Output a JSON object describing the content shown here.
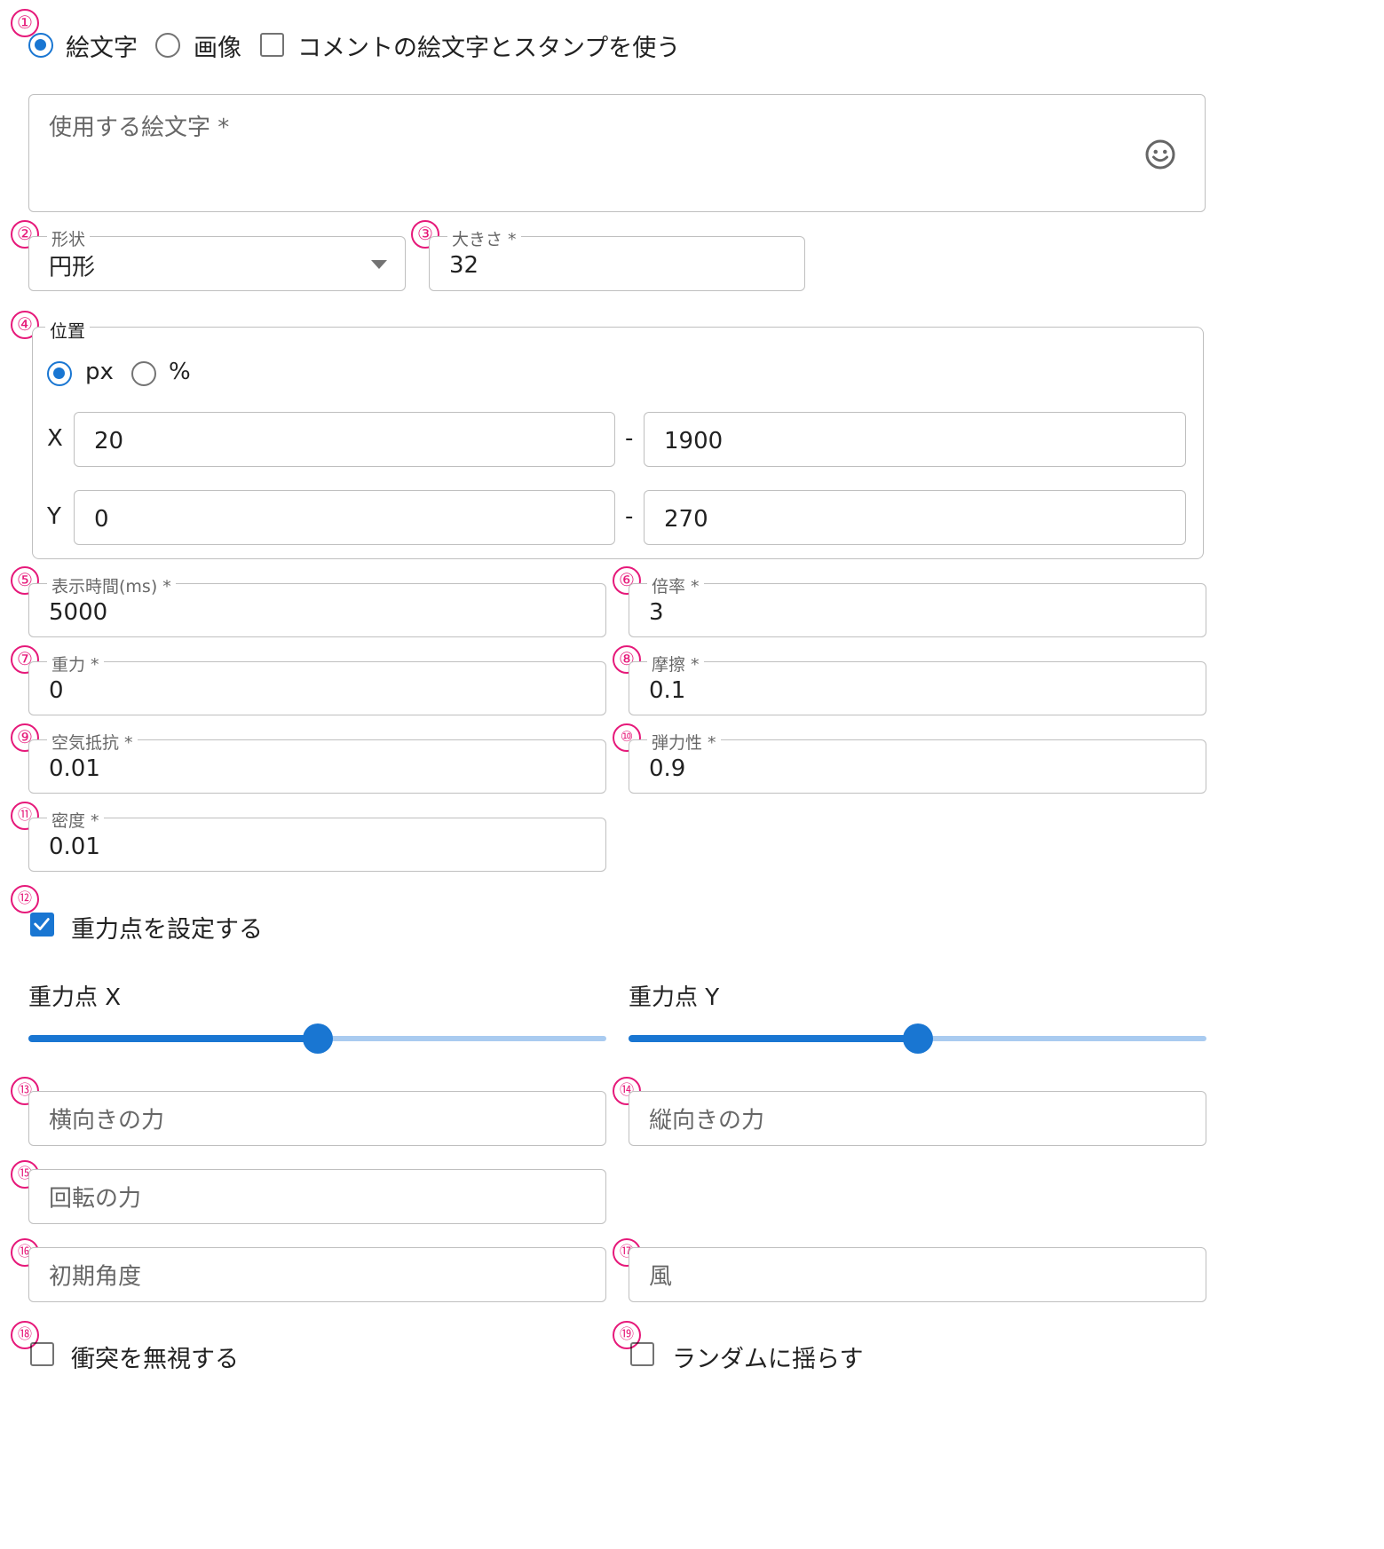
{
  "source_type": {
    "options": [
      "絵文字",
      "画像",
      "コメントの絵文字とスタンプを使う"
    ],
    "selected": "絵文字",
    "use_comment_emoji": false
  },
  "emoji_field": {
    "label": "使用する絵文字 *",
    "icon": "smiley-icon"
  },
  "shape": {
    "label": "形状",
    "value": "円形"
  },
  "size": {
    "label": "大きさ *",
    "value": "32"
  },
  "position": {
    "legend": "位置",
    "units": [
      "px",
      "%"
    ],
    "selected_unit": "px",
    "x_label": "X",
    "y_label": "Y",
    "x_min": "20",
    "x_max": "1900",
    "y_min": "0",
    "y_max": "270",
    "separator": "-"
  },
  "duration": {
    "label": "表示時間(ms) *",
    "value": "5000"
  },
  "scale": {
    "label": "倍率 *",
    "value": "3"
  },
  "gravity": {
    "label": "重力 *",
    "value": "0"
  },
  "friction": {
    "label": "摩擦 *",
    "value": "0.1"
  },
  "air_resistance": {
    "label": "空気抵抗 *",
    "value": "0.01"
  },
  "restitution": {
    "label": "弾力性 *",
    "value": "0.9"
  },
  "density": {
    "label": "密度 *",
    "value": "0.01"
  },
  "gravity_point": {
    "checkbox_label": "重力点を設定する",
    "checked": true,
    "x_label": "重力点 X",
    "y_label": "重力点 Y",
    "x_level": 0.5,
    "y_level": 0.5
  },
  "horizontal_force": {
    "placeholder": "横向きの力"
  },
  "vertical_force": {
    "placeholder": "縦向きの力"
  },
  "rotation_force": {
    "placeholder": "回転の力"
  },
  "initial_angle": {
    "placeholder": "初期角度"
  },
  "wind": {
    "placeholder": "風"
  },
  "ignore_collision": {
    "label": "衝突を無視する",
    "checked": false
  },
  "random_sway": {
    "label": "ランダムに揺らす",
    "checked": false
  },
  "markers": [
    "①",
    "②",
    "③",
    "④",
    "⑤",
    "⑥",
    "⑦",
    "⑧",
    "⑨",
    "⑩",
    "⑪",
    "⑫",
    "⑬",
    "⑭",
    "⑮",
    "⑯",
    "⑰",
    "⑱",
    "⑲"
  ],
  "colors": {
    "accent": "#1976d2",
    "marker": "#e6197a",
    "rail": "#a9cbf0"
  }
}
